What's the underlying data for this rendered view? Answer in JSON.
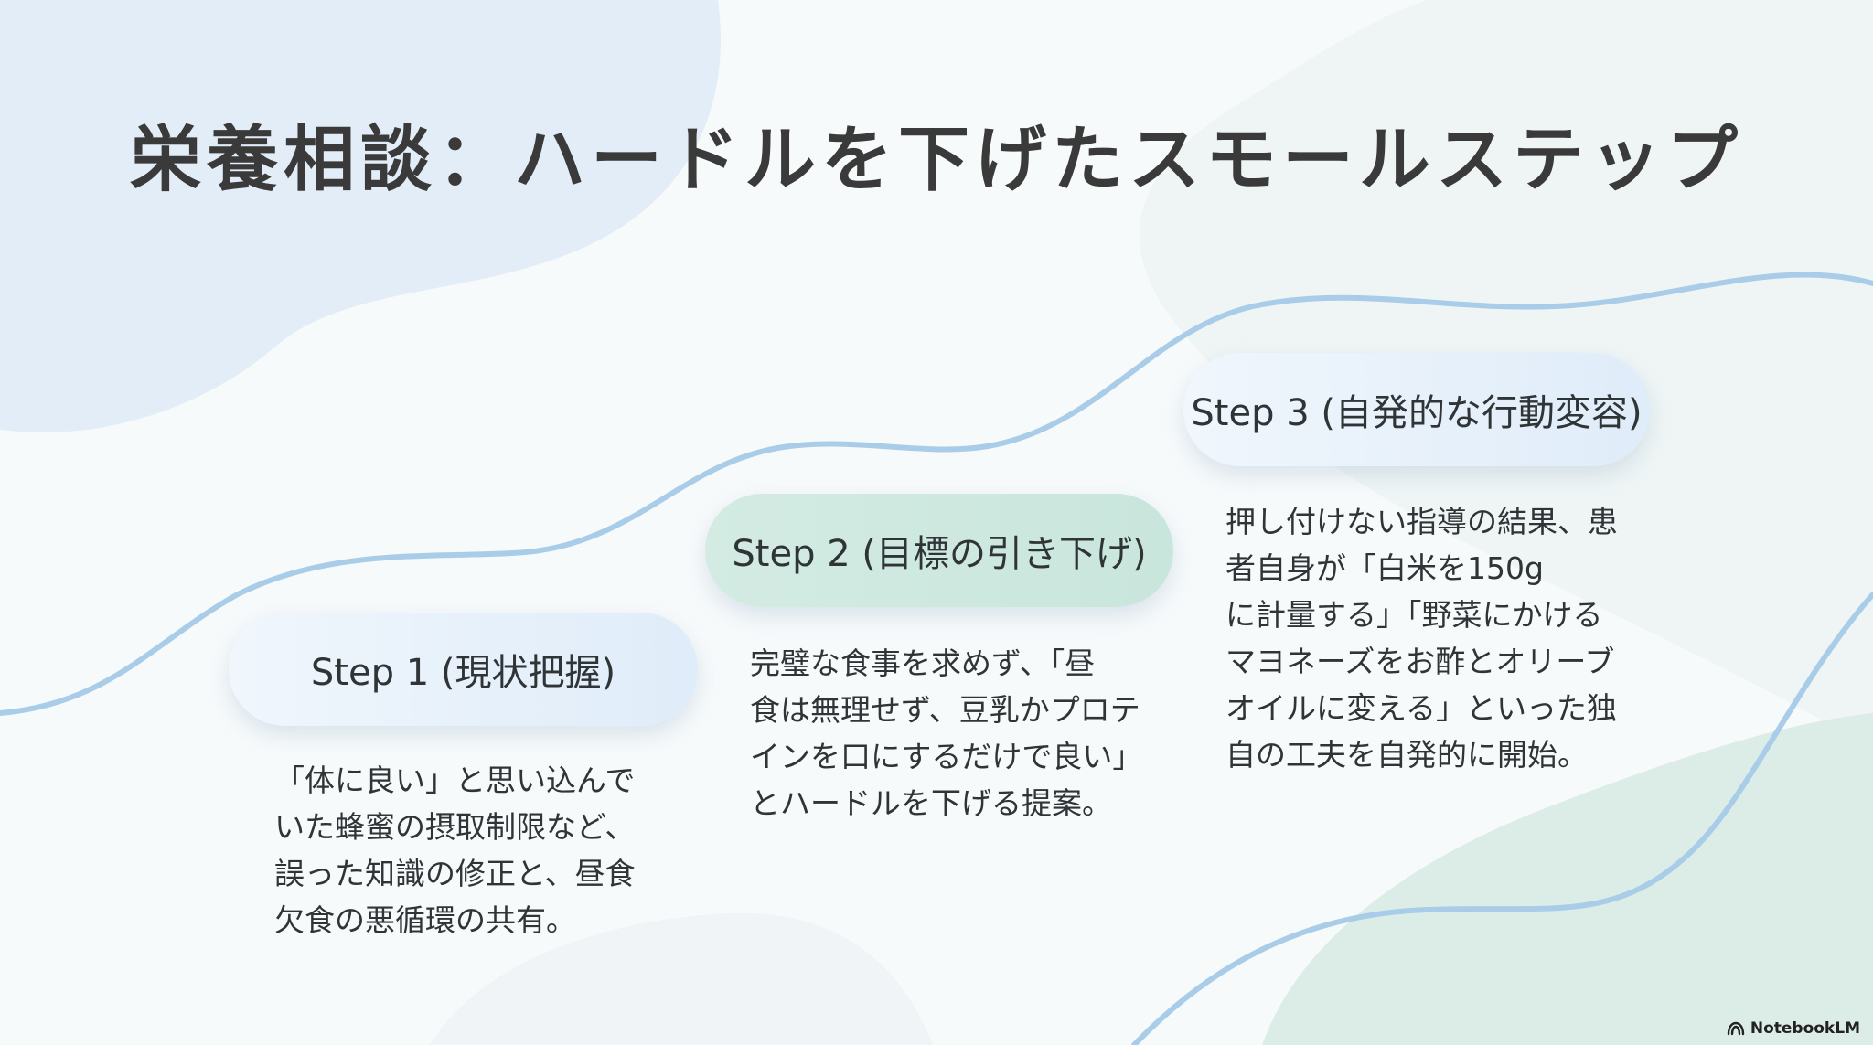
{
  "slide": {
    "title": "栄養相談：ハードルを下げたスモールステップ"
  },
  "steps": [
    {
      "label": "Step 1 (現状把握)",
      "lines": [
        "「体に良い」と思い込んで",
        "いた蜂蜜の摂取制限など、",
        "誤った知識の修正と、昼食",
        "欠食の悪循環の共有。"
      ]
    },
    {
      "label": "Step 2 (目標の引き下げ)",
      "lines": [
        "完璧な食事を求めず、「昼",
        "食は無理せず、豆乳かプロテ",
        "インを口にするだけで良い」",
        "とハードルを下げる提案。"
      ]
    },
    {
      "label": "Step 3 (自発的な行動変容)",
      "lines": [
        "押し付けない指導の結果、患",
        "者自身が「白米を150g",
        "に計量する」「野菜にかける",
        "マヨネーズをお酢とオリーブ",
        "オイルに変える」といった独",
        "自の工夫を自発的に開始。"
      ]
    }
  ],
  "branding": {
    "name": "NotebookLM",
    "icon": "notebooklm-logo-icon"
  },
  "colors": {
    "wave": "#a9cde8",
    "blob_blue": "#e3eef8",
    "blob_green": "#e3f0ec",
    "pill_green": "#cfe9e0",
    "pill_blue": "#e4eff9",
    "text": "#2f3437"
  }
}
